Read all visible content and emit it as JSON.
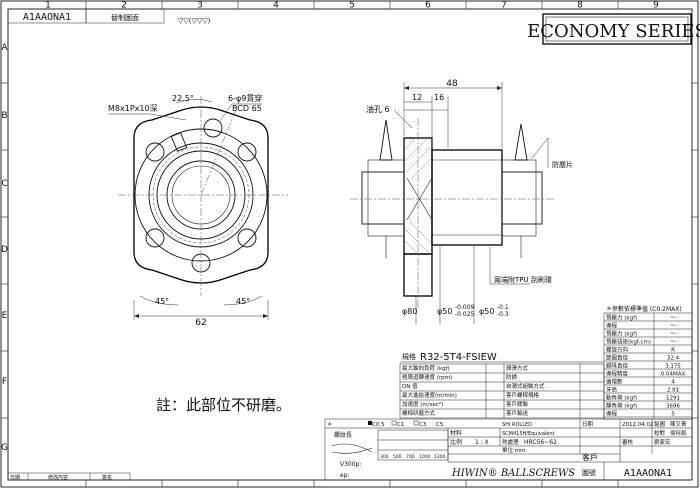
{
  "title_block": {
    "drawing_no": "A1AAONA1",
    "series_title": "ECONOMY SERIES",
    "top_label": "替制圖面",
    "finish_symbol": "▽▽(▽▽▽)",
    "brand": "HIWIN® BALLSCREWS",
    "customer_label": "客戶",
    "drawing_no_label": "圖號"
  },
  "grid": {
    "columns": [
      "1",
      "2",
      "3",
      "4",
      "5",
      "6",
      "7",
      "8",
      "9"
    ],
    "rows": [
      "A",
      "B",
      "C",
      "D",
      "E",
      "F",
      "G"
    ]
  },
  "front_view": {
    "angle": "22.5°",
    "tap": "M8x1Px10深",
    "holes": "6-φ9貫穿",
    "pcd": "BCD 65",
    "angle_left": "45°",
    "angle_right": "45°",
    "width": "62"
  },
  "side_view": {
    "length_total": "48",
    "dim_12": "12",
    "dim_16": "16",
    "oil_hole": "油孔 6",
    "wiper_label": "防塵片",
    "seal_label": "兩端附TPU 刮刷環",
    "dia_flange": "φ80",
    "dia_spigot": "φ50",
    "tol_spigot": [
      "-0.009",
      "-0.025"
    ],
    "dia_body": "φ50",
    "tol_body": [
      "-0.1",
      "-0.3"
    ]
  },
  "note": "註：此部位不研磨。",
  "spec_table": {
    "model_label": "規格",
    "model": "R32-5T4-FSIEW",
    "left": [
      [
        "最大軸向負荷 (kgf)",
        "潤滑方式"
      ],
      [
        "極限迴轉速度 (rpm)",
        "防銹"
      ],
      [
        "DN 值",
        "自潤式組裝方式"
      ],
      [
        "最大進給速度(m/min)",
        "客戶螺桿規格"
      ],
      [
        "加速度 (m/sec²)",
        "客戶關聯"
      ],
      [
        "螺桿研磨方式",
        "客戶輸送"
      ]
    ]
  },
  "properties": {
    "header": "＊參數依標準值 (C0.2MAX)",
    "rows": [
      [
        "預壓力 (kgf)",
        "～"
      ],
      [
        "導程",
        "～"
      ],
      [
        "預壓力 (kgf)",
        "～"
      ],
      [
        "預壓扭矩(kgf-cm)",
        "～"
      ],
      [
        "螺旋方向",
        "R"
      ],
      [
        "節圓直徑",
        "32.4"
      ],
      [
        "鋼珠直徑",
        "3.175"
      ],
      [
        "導程精度",
        "0.04MAX"
      ],
      [
        "循環數",
        "4"
      ],
      [
        "牙高",
        "2.81"
      ],
      [
        "動負荷 (kgf)",
        "1291"
      ],
      [
        "靜負荷 (kgf)",
        "3696"
      ],
      [
        "導程",
        "5"
      ]
    ]
  },
  "tolerance_block": {
    "accuracy": [
      "C0.5",
      "C1",
      "C3",
      "C5"
    ],
    "material": "SCM415H/Equivalent",
    "material_label": "材料",
    "hardness": "HRC56~62",
    "treatment": "SHI ROLLED",
    "scale": "1 : X",
    "scale_label": "比例",
    "hardness_label": "熱處理",
    "thread_label": "螺紋長",
    "tolerance_rows": [
      "300",
      "500",
      "700",
      "1000",
      "1300"
    ],
    "lead_label": "ep:",
    "curve_label": "V300p:",
    "date": "2012.04.02",
    "date_label": "日期",
    "draw_label": "製圖",
    "drawer": "陳又菁",
    "check_label": "校對",
    "checker": "吳科凱",
    "approve_label": "審核",
    "approver": "劉家宏",
    "unit_label": "單位 mm"
  },
  "revision_row": {
    "date_label": "日期",
    "content_label": "修改內容",
    "sign_label": "簽名"
  }
}
